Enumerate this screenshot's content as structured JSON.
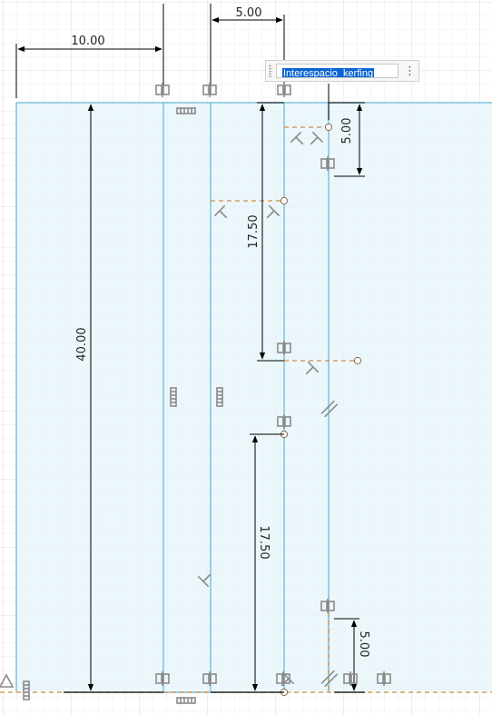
{
  "dimensions": {
    "top_10": "10.00",
    "top_5": "5.00",
    "right_top_5": "5.00",
    "vertical_17_50_upper": "17.50",
    "vertical_17_50_lower": "17.50",
    "vertical_40": "40.00",
    "right_bottom_5": "5.00"
  },
  "parameter_box": {
    "value": "Interespacio_kerfing",
    "menu_icon": "more-vertical-icon"
  },
  "icons": {
    "coincident": "coincident-constraint-icon",
    "perpendicular": "perpendicular-constraint-icon",
    "parallel": "parallel-constraint-icon",
    "horizontal": "horizontal-constraint-icon",
    "vertical": "vertical-constraint-icon",
    "fix": "fix-constraint-icon"
  },
  "colors": {
    "sketch_line": "#7cc2dc",
    "sketch_fill": "#e6f4fb",
    "construction_line": "#d98a3a",
    "dimension_line": "#000000",
    "grid": "#e3e3e3",
    "selection": "#0a64d2"
  }
}
